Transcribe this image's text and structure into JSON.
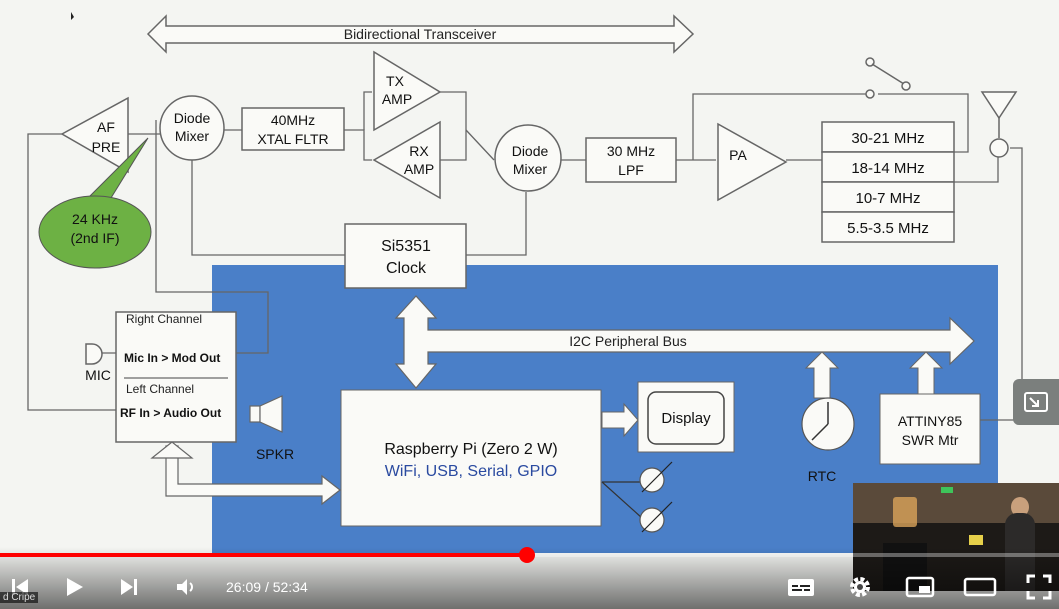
{
  "diagram": {
    "bidirectional": "Bidirectional Transceiver",
    "af_pre": [
      "AF",
      "PRE"
    ],
    "diode_mixer_1": [
      "Diode",
      "Mixer"
    ],
    "xtal": [
      "40MHz",
      "XTAL FLTR"
    ],
    "tx_amp": [
      "TX",
      "AMP"
    ],
    "rx_amp": [
      "RX",
      "AMP"
    ],
    "diode_mixer_2": [
      "Diode",
      "Mixer"
    ],
    "lpf": [
      "30 MHz",
      "LPF"
    ],
    "pa": "PA",
    "filters": [
      "30-21 MHz",
      "18-14 MHz",
      "10-7 MHz",
      "5.5-3.5 MHz"
    ],
    "if_bubble": [
      "24 KHz",
      "(2nd IF)"
    ],
    "si5351": [
      "Si5351",
      "Clock"
    ],
    "i2c": "I2C Peripheral Bus",
    "codec": {
      "right_channel": "Right Channel",
      "mic_in": "Mic In > Mod Out",
      "left_channel": "Left Channel",
      "rf_in": "RF In > Audio Out"
    },
    "mic": "MIC",
    "spkr": "SPKR",
    "rpi_title": "Raspberry Pi (Zero 2 W)",
    "rpi_sub": "WiFi, USB, Serial, GPIO",
    "display": "Display",
    "rtc": "RTC",
    "attiny": [
      "ATTINY85",
      "SWR Mtr"
    ]
  },
  "player": {
    "current_time": "26:09",
    "duration": "52:34",
    "progress": 0.4976,
    "caption_tag": "d Cripe"
  },
  "colors": {
    "accent": "#ff0000",
    "board_blue": "#4a7fc8",
    "bubble_green": "#6db144",
    "line": "#6a6a6a"
  }
}
